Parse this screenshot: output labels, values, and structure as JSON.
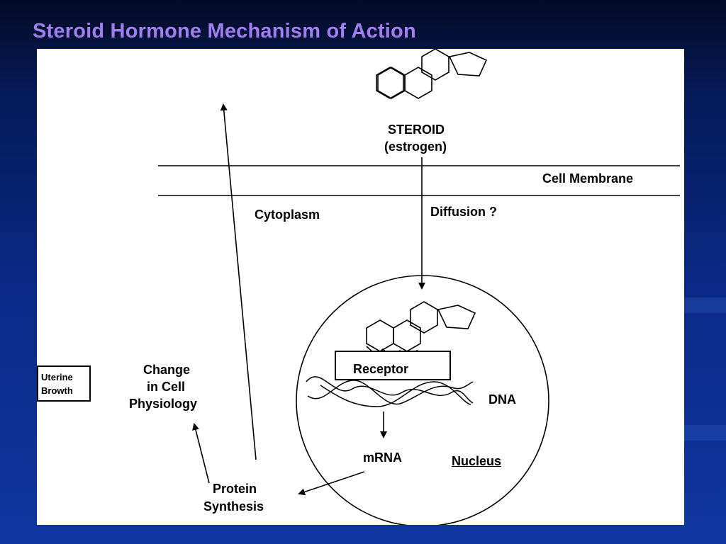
{
  "slide": {
    "title": "Steroid Hormone Mechanism of Action"
  },
  "diagram": {
    "steroid_label": "STEROID",
    "steroid_sublabel": "(estrogen)",
    "cell_membrane": "Cell Membrane",
    "cytoplasm": "Cytoplasm",
    "diffusion": "Diffusion ?",
    "receptor": "Receptor",
    "dna": "DNA",
    "mrna": "mRNA",
    "nucleus": "Nucleus",
    "change_line1": "Change",
    "change_line2": "in Cell",
    "change_line3": "Physiology",
    "protein_line1": "Protein",
    "protein_line2": "Synthesis",
    "uterine_growth": "Uterine\nBrowth"
  },
  "colors": {
    "title": "#a07ef0",
    "background": "#0b2a88",
    "panel": "#ffffff"
  }
}
